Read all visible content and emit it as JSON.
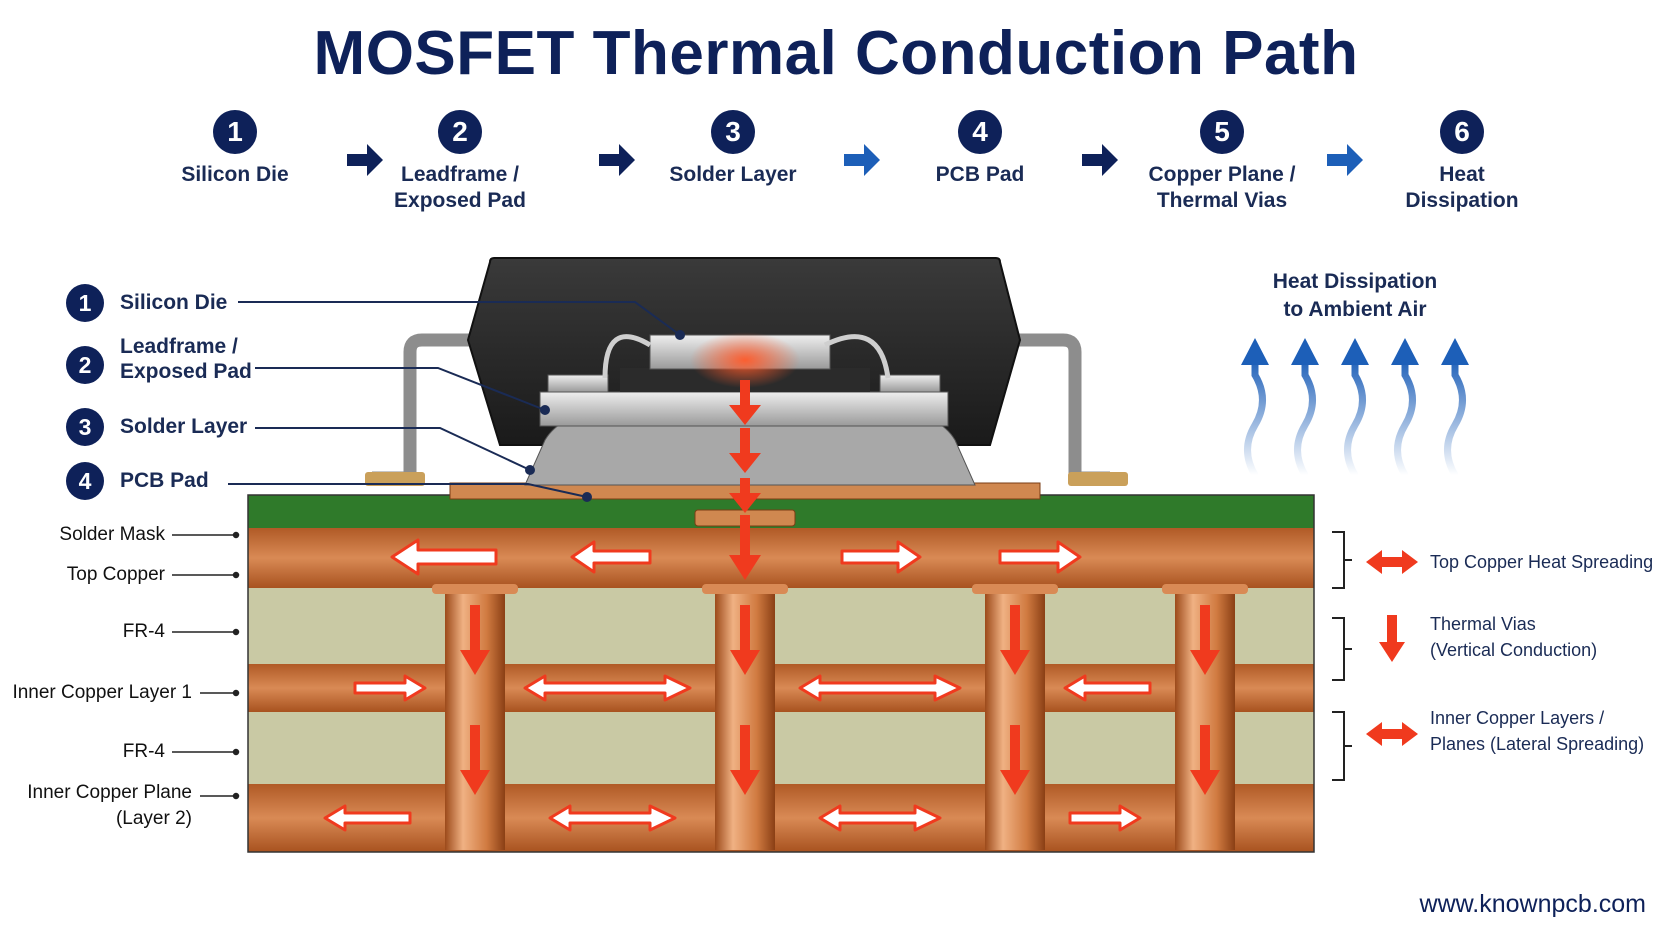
{
  "title": "MOSFET Thermal Conduction Path",
  "steps": [
    {
      "num": "1",
      "label": "Silicon Die"
    },
    {
      "num": "2",
      "label": "Leadframe / Exposed Pad"
    },
    {
      "num": "3",
      "label": "Solder Layer"
    },
    {
      "num": "4",
      "label": "PCB Pad"
    },
    {
      "num": "5",
      "label": "Copper Plane / Thermal Vias"
    },
    {
      "num": "6",
      "label": "Heat Dissipation"
    }
  ],
  "callouts": [
    {
      "num": "1",
      "label": "Silicon Die"
    },
    {
      "num": "2",
      "label": "Leadframe / Exposed Pad"
    },
    {
      "num": "3",
      "label": "Solder Layer"
    },
    {
      "num": "4",
      "label": "PCB Pad"
    }
  ],
  "layers": {
    "solder_mask": "Solder Mask",
    "top_copper": "Top Copper",
    "fr4_1": "FR-4",
    "inner_copper_1": "Inner Copper Layer 1",
    "fr4_2": "FR-4",
    "inner_plane_1": "Inner Copper Plane",
    "inner_plane_2": "(Layer 2)"
  },
  "legend": [
    {
      "line1": "Top Copper Heat Spreading",
      "line2": ""
    },
    {
      "line1": "Thermal Vias",
      "line2": "(Vertical Conduction)"
    },
    {
      "line1": "Inner Copper Layers /",
      "line2": "Planes (Lateral Spreading)"
    }
  ],
  "ambient": {
    "line1": "Heat Dissipation",
    "line2": "to Ambient Air"
  },
  "url": "www.knownpcb.com",
  "colors": {
    "navy": "#0e2159",
    "copper": "#c4743d",
    "fr4": "#c9c9a4",
    "solder_mask": "#2f7a2a",
    "heat_red": "#f03a1e",
    "air_blue": "#1d5fb8"
  }
}
